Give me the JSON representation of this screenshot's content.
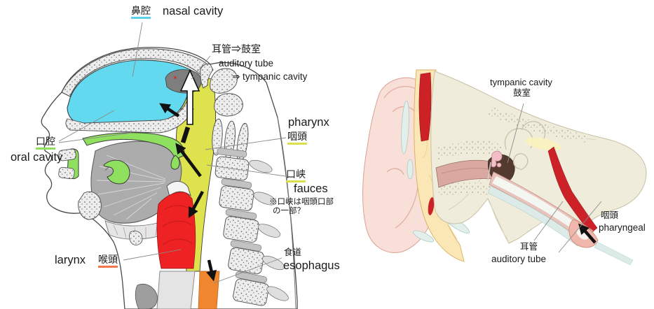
{
  "page": {
    "background": "#ffffff"
  },
  "left_diagram": {
    "title": "sagittal head and neck section",
    "labels": {
      "nasal_jp": "鼻腔",
      "nasal_en": "nasal cavity",
      "auditory_route_jp": "耳管⇒鼓室",
      "auditory_route_en_line1": "auditory tube",
      "auditory_route_en_line2": "⇒ tympanic cavity",
      "oral_jp": "口腔",
      "oral_en": "oral cavity",
      "pharynx_en": "pharynx",
      "pharynx_jp": "咽頭",
      "fauces_jp": "口峡",
      "fauces_en": "fauces",
      "note_line1": "※口峡は咽頭口部",
      "note_line2": "の一部？",
      "larynx_en": "larynx",
      "larynx_jp": "喉頭",
      "esophagus_jp": "食道",
      "esophagus_en": "esophagus"
    },
    "region_colors": {
      "nasal_cavity": "#62D9EF",
      "oral_cavity": "#8FE05F",
      "pharynx": "#DDE24D",
      "larynx": "#EE2222",
      "esophagus": "#F0862E",
      "tongue": "#ACACAC",
      "bone": "#EDEDED",
      "underline_cyan": "#5BD1E9",
      "underline_green": "#8FE05F",
      "underline_yellow": "#D9E04B",
      "underline_coral": "#F4764F"
    }
  },
  "right_diagram": {
    "title": "ear and auditory tube section",
    "labels": {
      "tympanic_en": "tympanic cavity",
      "tympanic_jp": "鼓室",
      "pharyngeal_jp": "咽頭",
      "pharyngeal_en": "pharyngeal",
      "auditory_tube_jp": "耳管",
      "auditory_tube_en": "auditory tube"
    },
    "region_colors": {
      "skin": "#F8DFD7",
      "fat": "#FAE7B5",
      "bone": "#F0ECDC",
      "muscle": "#CC2127",
      "ear_canal": "#D9A8A0",
      "middle_ear": "#54392F",
      "tube_cartilage": "#DCEBE7",
      "tube_flare": "#F0B7AC"
    }
  }
}
